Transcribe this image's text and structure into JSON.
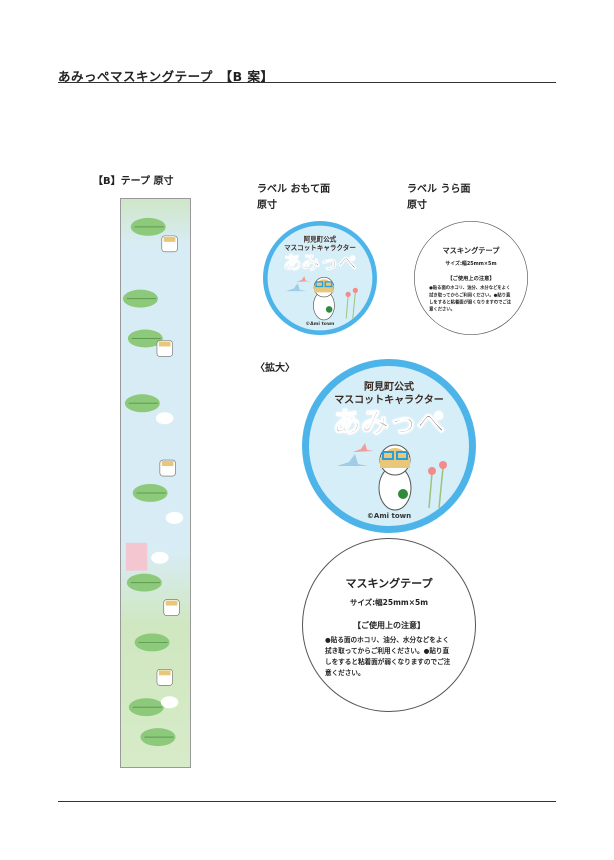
{
  "header": {
    "title": "あみっぺマスキングテープ　【B 案】"
  },
  "tape_section": {
    "label": "【B】テープ 原寸"
  },
  "front_section": {
    "label": "ラベル おもて面",
    "sub": "原寸"
  },
  "back_section": {
    "label": "ラベル うら面",
    "sub": "原寸"
  },
  "enlarge_label": "〈拡大〉",
  "front_label": {
    "line1": "阿見町公式",
    "line2": "マスコットキャラクター",
    "name": "あみっぺ",
    "copyright": "©Ami town"
  },
  "back_label": {
    "title": "マスキングテープ",
    "size": "サイズ:幅25mm×5m",
    "notice_title": "【ご使用上の注意】",
    "notice_body": "●貼る面のホコリ、油分、水分などをよく拭き取ってからご利用ください。●貼り直しをすると粘着面が弱くなりますのでご注意ください。"
  },
  "colors": {
    "label_border": "#4db4ea",
    "label_bg": "#d6eef8",
    "tape_sky": "#d8ecf5",
    "tree": "#8cc97a"
  }
}
